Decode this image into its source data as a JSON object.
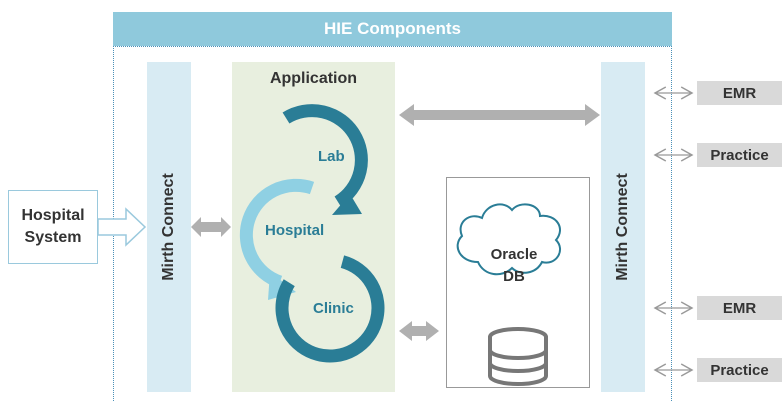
{
  "banner": {
    "title": "HIE Components"
  },
  "source": {
    "line1": "Hospital",
    "line2": "System"
  },
  "mirth_left": {
    "label": "Mirth Connect"
  },
  "mirth_right": {
    "label": "Mirth Connect"
  },
  "application": {
    "title": "Application",
    "cycle": {
      "lab": "Lab",
      "hospital": "Hospital",
      "clinic": "Clinic"
    }
  },
  "database": {
    "line1": "Oracle",
    "line2": "DB"
  },
  "external": [
    {
      "label": "EMR"
    },
    {
      "label": "Practice"
    },
    {
      "label": "EMR"
    },
    {
      "label": "Practice"
    }
  ],
  "colors": {
    "banner": "#8fc9dc",
    "mirth": "#d8ebf3",
    "application": "#e8efdf",
    "cycle_dark": "#2a7d96",
    "cycle_light": "#8fd0e3",
    "arrow_gray": "#b0b0b0",
    "external_box": "#d9d9d9"
  }
}
